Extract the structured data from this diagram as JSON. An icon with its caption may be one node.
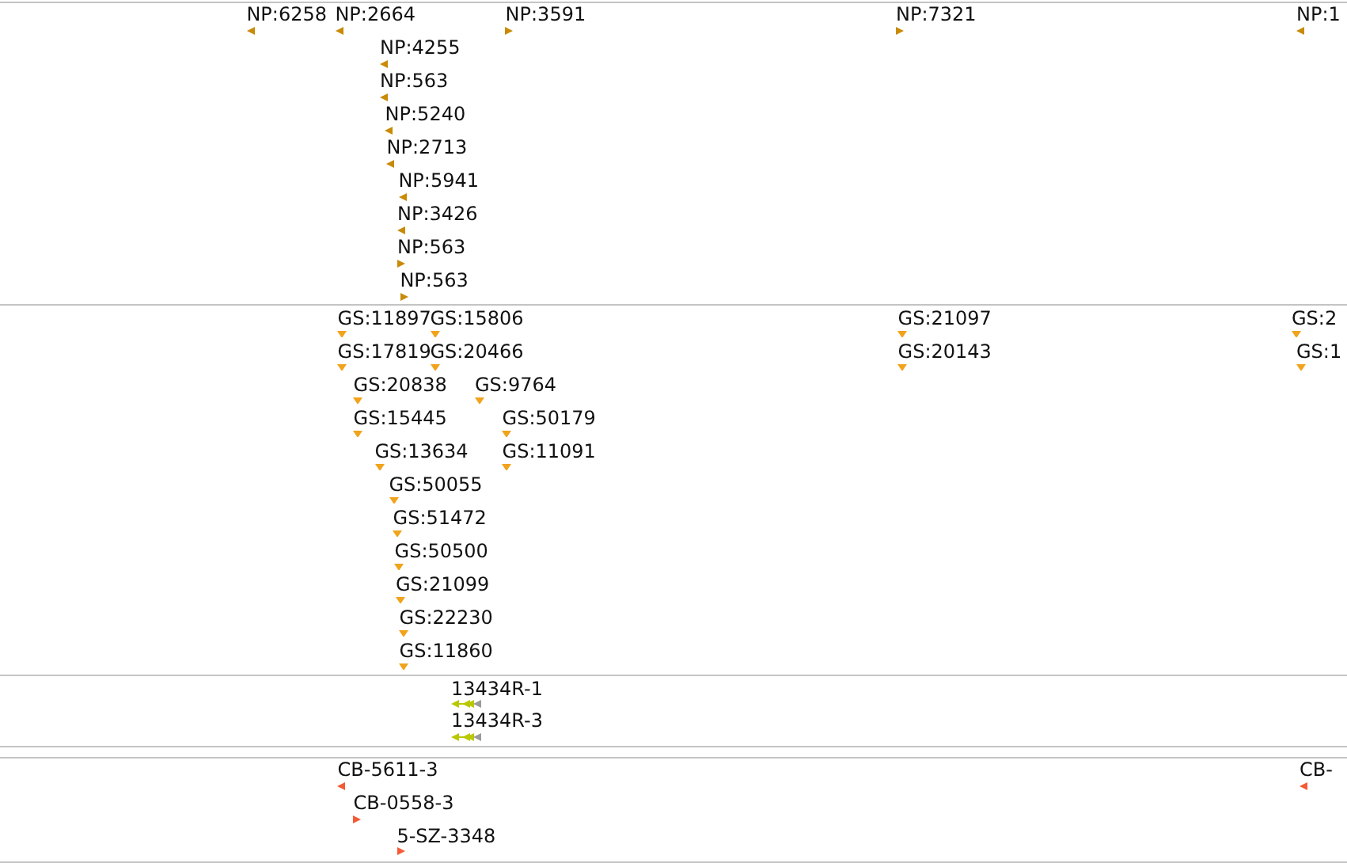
{
  "diagram": {
    "labels": [
      "NP:6258",
      "NP:2664",
      "NP:3591",
      "NP:7321",
      "NP:1",
      "NP:4255",
      "NP:563",
      "NP:5240",
      "NP:2713",
      "NP:5941",
      "NP:3426",
      "NP:563",
      "NP:563",
      "GS:11897",
      "GS:15806",
      "GS:21097",
      "GS:2",
      "GS:17819",
      "GS:20466",
      "GS:20143",
      "GS:1",
      "GS:20838",
      "GS:9764",
      "GS:15445",
      "GS:50179",
      "GS:13634",
      "GS:11091",
      "GS:50055",
      "GS:51472",
      "GS:50500",
      "GS:21099",
      "GS:22230",
      "GS:11860",
      "13434R-1",
      "13434R-3",
      "CB-5611-3",
      "CB-",
      "CB-0558-3",
      "5-SZ-3348"
    ]
  }
}
